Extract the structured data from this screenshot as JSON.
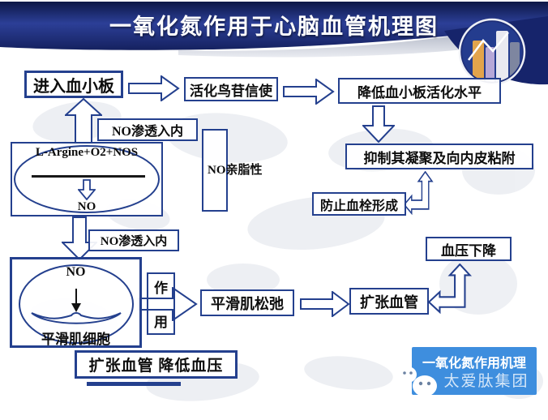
{
  "slide": {
    "title": "一氧化氮作用于心脑血管机理图"
  },
  "flow": {
    "enter_platelets": "进入血小板",
    "activate_messenger": "活化鸟苷信使",
    "reduce_platelet_activation": "降低血小板活化水平",
    "inhibit_aggregation": "抑制其凝聚及向内皮粘附",
    "prevent_thrombus": "防止血栓形成",
    "blood_pressure_drop": "血压下降",
    "no_permeate_upper": "NO渗透入内",
    "no_permeate_lower": "NO渗透入内",
    "no_lipophilicity": "NO亲脂性",
    "formula": "L-Argine+O2+NOS",
    "formula_product": "NO",
    "cell_no": "NO",
    "smooth_muscle_cell": "平滑肌细胞",
    "action_char_top": "作",
    "action_char_bottom": "用",
    "smooth_muscle_relax": "平滑肌松弛",
    "dilate_vessels": "扩张血管",
    "conclusion": "扩张血管 降低血压"
  },
  "footer": {
    "mechanism_title": "一氧化氮作用机理",
    "company_name": "太爱肽集团"
  },
  "colors": {
    "banner_navy": "#1b2a6e",
    "box_border_blue": "#24408e",
    "footer_blue": "#3e8ede",
    "badge_bar_orange": "#e2a44c",
    "badge_bar_lavender": "#b6a8d8"
  }
}
